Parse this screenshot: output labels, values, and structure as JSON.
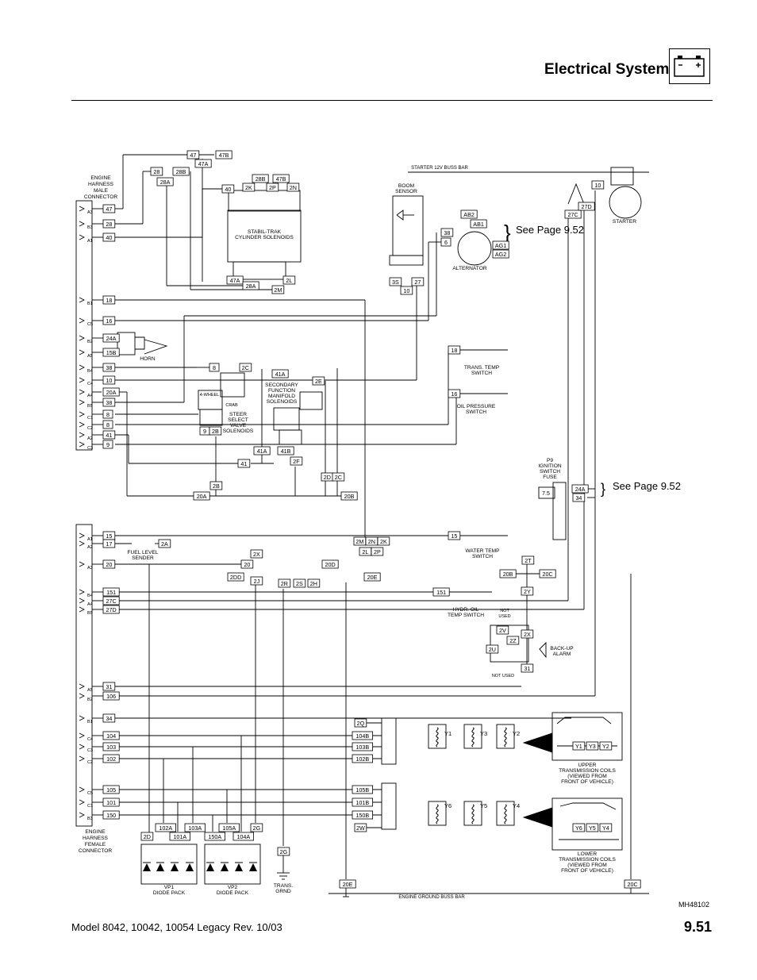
{
  "header": {
    "title": "Electrical System",
    "icon": "battery-icon"
  },
  "footer": {
    "model": "Model  8042, 10042, 10054 Legacy    Rev.  10/03",
    "page": "9.51"
  },
  "diagram": {
    "figure_id": "MH48102",
    "see_page_1": "See Page 9.52",
    "see_page_2": "See Page 9.52",
    "starter_buss": "STARTER 12V BUSS BAR",
    "ground_buss": "ENGINE GROUND BUSS BAR",
    "male_connector": [
      "ENGINE",
      "HARNESS",
      "MALE",
      "CONNECTOR"
    ],
    "female_connector": [
      "ENGINE",
      "HARNESS",
      "FEMALE",
      "CONNECTOR"
    ],
    "male_pins": [
      "A3",
      "B3",
      "A1",
      "B1",
      "C5",
      "B2",
      "A5",
      "B4",
      "C4",
      "A4",
      "B5",
      "C1",
      "C2",
      "A2",
      "C3"
    ],
    "male_wires": [
      "47",
      "28",
      "40",
      "18",
      "16",
      "24A",
      "15B",
      "38",
      "10",
      "20A",
      "38",
      "8",
      "8",
      "41",
      "9"
    ],
    "female_pins_top": [
      "A1",
      "A2",
      "A3",
      "B4",
      "A4",
      "B5"
    ],
    "female_wires_top": [
      "15",
      "17",
      "20",
      "151",
      "27C",
      "27D"
    ],
    "female_pins_bottom": [
      "A5",
      "B2",
      "B1",
      "C4",
      "C3",
      "C2",
      "C5",
      "C1",
      "B3"
    ],
    "female_wires_bottom": [
      "31",
      "106",
      "34",
      "104",
      "103",
      "102",
      "105",
      "101",
      "150"
    ],
    "labels": {
      "stabil": [
        "STABIL-TRAK",
        "CYLINDER SOLENOIDS"
      ],
      "horn": "HORN",
      "steer": [
        "STEER",
        "SELECT",
        "VALVE",
        "SOLENOIDS"
      ],
      "secondary": [
        "SECONDARY",
        "FUNCTION",
        "MANIFOLD",
        "SOLENOIDS"
      ],
      "boom": [
        "BOOM",
        "SENSOR"
      ],
      "alternator": "ALTERNATOR",
      "starter": "STARTER",
      "trans_temp": [
        "TRANS. TEMP",
        "SWITCH"
      ],
      "oil_pressure": [
        "OIL PRESSURE",
        "SWITCH"
      ],
      "p9": [
        "P9",
        "IGNITION",
        "SWITCH",
        "FUSE"
      ],
      "fuel": [
        "FUEL LEVEL",
        "SENDER"
      ],
      "water_temp": [
        "WATER TEMP",
        "SWITCH"
      ],
      "hydr_oil": [
        "HYDR. OIL",
        "TEMP SWITCH"
      ],
      "not_used_1": [
        "NOT",
        "USED"
      ],
      "not_used_2": "NOT USED",
      "backup": [
        "BACK-UP",
        "ALARM"
      ],
      "upper_coils": [
        "UPPER",
        "TRANSMISSION COILS",
        "(VIEWED FROM",
        "FRONT OF VEHICLE)"
      ],
      "lower_coils": [
        "LOWER",
        "TRANSMISSION COILS",
        "(VIEWED FROM",
        "FRONT OF VEHICLE)"
      ],
      "vp1": [
        "VP1",
        "DIODE PACK"
      ],
      "vp2": [
        "VP2",
        "DIODE PACK"
      ],
      "trans_grnd": [
        "TRANS.",
        "GRND"
      ],
      "four_wheel": "4-WHEEL",
      "crab": "CRAB",
      "fuse_value": "7.5"
    },
    "upper_coil_labels": [
      "Y1",
      "Y3",
      "Y2"
    ],
    "lower_coil_labels": [
      "Y6",
      "Y5",
      "Y4"
    ],
    "tags": {
      "t47": "47",
      "t47b": "47B",
      "t47a": "47A",
      "t28": "28",
      "t28b": "28B",
      "t28a": "28A",
      "t40": "40",
      "t2k": "2K",
      "t2p": "2P",
      "t2n": "2N",
      "t2l": "2L",
      "t2m": "2M",
      "t8": "8",
      "t2c": "2C",
      "t41a": "41A",
      "t2e": "2E",
      "t9": "9",
      "t2b": "2B",
      "t41": "41",
      "t41b": "41B",
      "t2f": "2F",
      "t20a": "20A",
      "t20b": "20B",
      "t2d": "2D",
      "t38": "38",
      "t6": "6",
      "t3s": "3S",
      "t10": "10",
      "t27": "27",
      "t2g": "2G",
      "tab2": "AB2",
      "tab1": "AB1",
      "tag1": "AG1",
      "tag2": "AG2",
      "t27c": "27C",
      "t27d": "27D",
      "t10s": "10",
      "t18": "18",
      "t16": "16",
      "t24a": "24A",
      "t34": "34",
      "t15": "15",
      "t2a": "2A",
      "t2x": "2X",
      "t20": "20",
      "t2dd": "2DD",
      "t2j": "2J",
      "t20d": "20D",
      "t20e": "20E",
      "t2r": "2R",
      "t2s": "2S",
      "t2h": "2H",
      "t20c": "20C",
      "t151": "151",
      "t2t": "2T",
      "t2y": "2Y",
      "t31": "31",
      "t2u": "2U",
      "t2v": "2V",
      "t2z": "2Z",
      "t104b": "104B",
      "t103b": "103B",
      "t102b": "102B",
      "t105b": "105B",
      "t101b": "101B",
      "t150b": "150B",
      "t2w": "2W",
      "t102a": "102A",
      "t103a": "103A",
      "t101a": "101A",
      "t150a": "150A",
      "t105a": "105A",
      "t104a": "104A",
      "t2q": "2Q",
      "t20e2": "20E",
      "t20c2": "20C"
    }
  }
}
